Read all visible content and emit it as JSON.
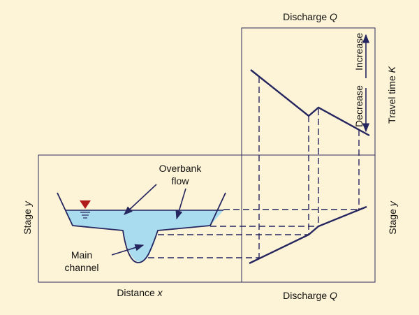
{
  "labels": {
    "top_axis_prefix": "Discharge ",
    "top_axis_var": "Q",
    "bottom_right_prefix": "Discharge ",
    "bottom_right_var": "Q",
    "bottom_left_prefix": "Distance ",
    "bottom_left_var": "x",
    "left_axis_prefix": "Stage ",
    "left_axis_var": "y",
    "right_lower_prefix": "Stage ",
    "right_lower_var": "y",
    "right_upper_prefix": "Travel time ",
    "right_upper_var": "K",
    "increase": "Increase",
    "decrease": "Decrease",
    "overbank_line1": "Overbank",
    "overbank_line2": "flow",
    "main_line1": "Main",
    "main_line2": "channel"
  },
  "colors": {
    "background": "#fdf3d6",
    "water": "#a9dcee",
    "line": "#252560",
    "water_symbol": "#b01c1c"
  }
}
